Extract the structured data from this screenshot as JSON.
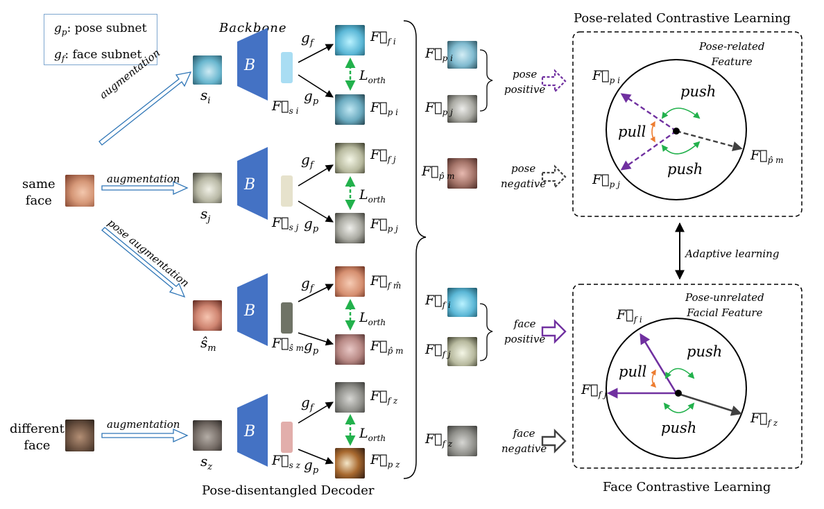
{
  "legend": {
    "pose_line": "g_p: pose subnet",
    "face_line": "g_f: face subnet",
    "pose_sym": "g",
    "pose_sub": "p",
    "pose_text": ": pose subnet",
    "face_sym": "g",
    "face_sub": "f",
    "face_text": ": face subnet"
  },
  "backbone_title": "Backbone",
  "backbone_letter": "B",
  "inputs": {
    "same_face": [
      "same",
      "face"
    ],
    "different_face": [
      "different",
      "face"
    ]
  },
  "augment_labels": {
    "top": "augmentation",
    "middle": "augmentation",
    "pose": "pose augmentation",
    "bottom": "augmentation"
  },
  "rows": [
    {
      "sample": "s",
      "sample_sub": "i",
      "feat_sub": "s i",
      "face_out": "f i",
      "pose_out": "p i",
      "bar_color": "#a9ddf3"
    },
    {
      "sample": "s",
      "sample_sub": "j",
      "feat_sub": "s j",
      "face_out": "f j",
      "pose_out": "p j",
      "bar_color": "#e6e2cc"
    },
    {
      "sample": "ŝ",
      "sample_sub": "m",
      "feat_sub": "ŝ m",
      "face_out": "f m̂",
      "pose_out": "p̂ m",
      "bar_color": "#6f7366"
    },
    {
      "sample": "s",
      "sample_sub": "z",
      "feat_sub": "s z",
      "face_out": "f z",
      "pose_out": "p z",
      "bar_color": "#e2aeab"
    }
  ],
  "subnets": {
    "gf": "g",
    "gf_sub": "f",
    "gp": "g",
    "gp_sub": "p"
  },
  "orth": {
    "L": "L",
    "sub": "orth"
  },
  "decoder_caption": "Pose-disentangled Decoder",
  "pose_group": {
    "positive_label": [
      "pose",
      "positive"
    ],
    "negative_label": [
      "pose",
      "negative"
    ],
    "items": [
      "p i",
      "p j",
      "p̂ m"
    ]
  },
  "face_group": {
    "positive_label": [
      "face",
      "positive"
    ],
    "negative_label": [
      "face",
      "negative"
    ],
    "items": [
      "f i",
      "f j",
      "f z"
    ]
  },
  "pose_panel": {
    "title": "Pose-related Contrastive Learning",
    "corner": [
      "Pose-related",
      "Feature"
    ],
    "push_top": "push",
    "push_bottom": "push",
    "pull": "pull",
    "vec_i": "p i",
    "vec_j": "p j",
    "vec_m": "p̂ m"
  },
  "adaptive": "Adaptive learning",
  "face_panel": {
    "title": "Face Contrastive Learning",
    "corner": [
      "Pose-unrelated",
      "Facial Feature"
    ],
    "push_top": "push",
    "push_bottom": "push",
    "pull": "pull",
    "vec_i": "f i",
    "vec_j": "f j",
    "vec_z": "f z"
  },
  "colors": {
    "backbone": "#4472c4",
    "augment_arrow": "#2e75b6",
    "orth": "#22b14c",
    "purple": "#7030a0",
    "orange": "#ed7d31",
    "green": "#22b14c",
    "dark": "#404040"
  }
}
